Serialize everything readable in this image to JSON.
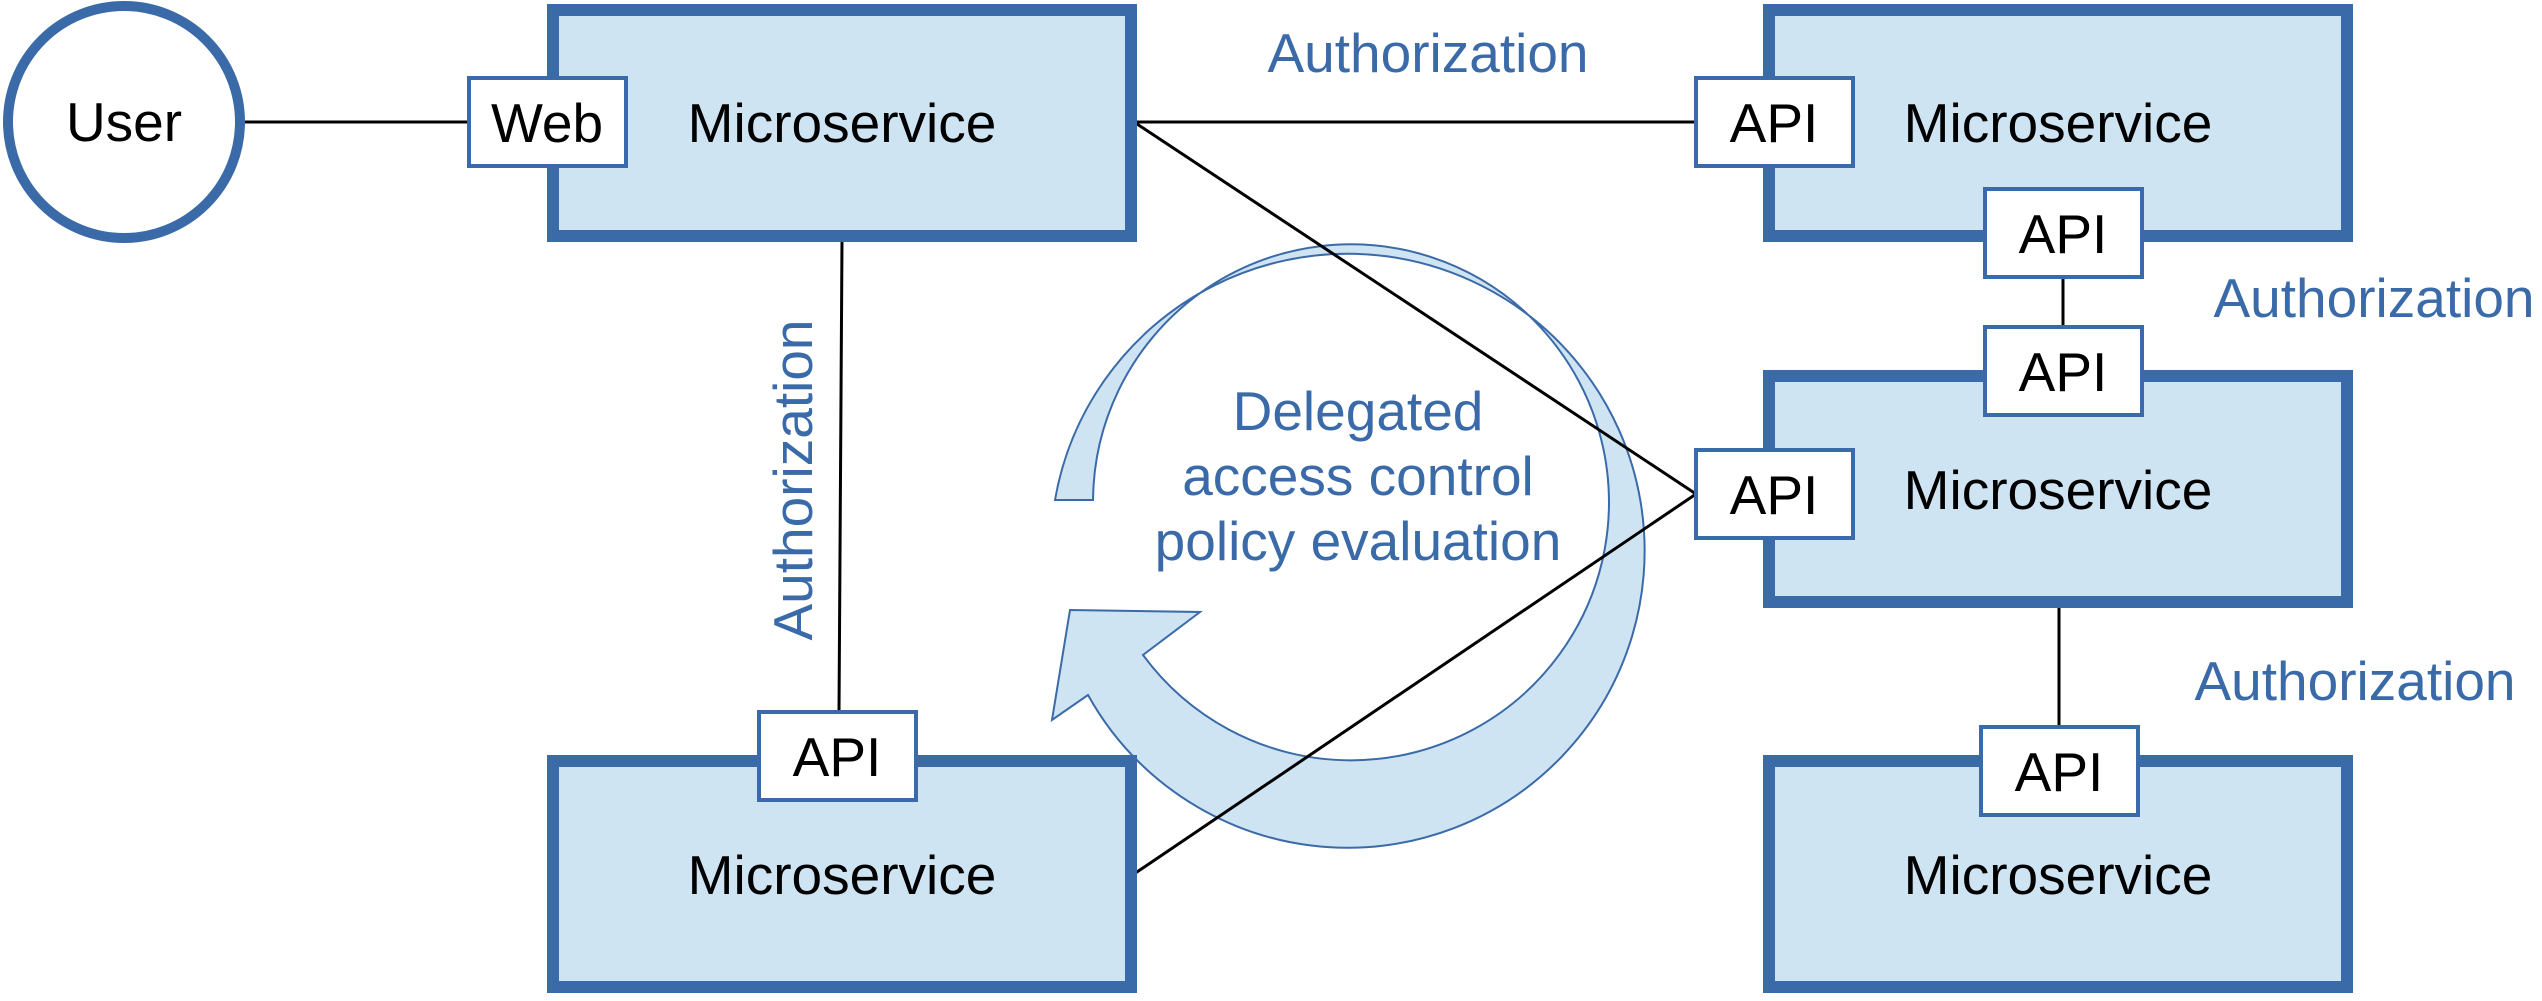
{
  "user": {
    "label": "User"
  },
  "ports": {
    "web": "Web",
    "api": "API"
  },
  "services": {
    "top_left": "Microservice",
    "top_right": "Microservice",
    "middle_right": "Microservice",
    "bottom_left": "Microservice",
    "bottom_right": "Microservice"
  },
  "authorization": {
    "top": "Authorization",
    "vertical": "Authorization",
    "right_upper": "Authorization",
    "right_lower": "Authorization"
  },
  "center": {
    "line1": "Delegated",
    "line2": "access control",
    "line3": "policy evaluation"
  },
  "colors": {
    "accent": "#3a6aa8",
    "fill": "#cfe4f3",
    "stroke": "#000000",
    "background": "#ffffff"
  },
  "icons": {
    "cycle": "circular-arrow-icon"
  }
}
